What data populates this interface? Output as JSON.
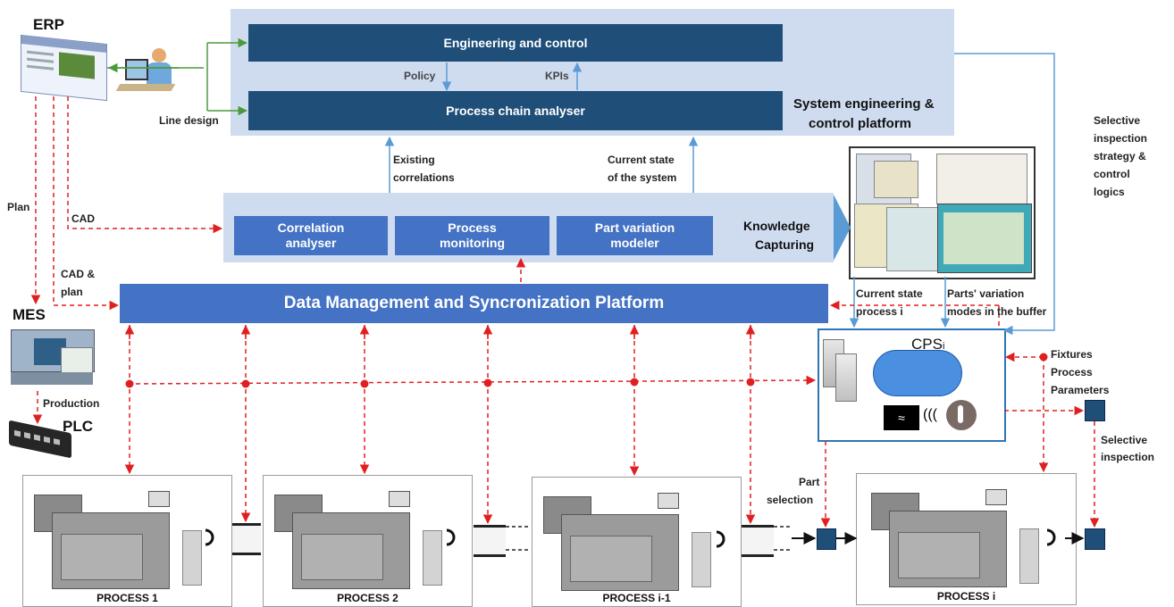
{
  "top_platform": {
    "engineering": "Engineering and control",
    "process_chain": "Process chain analyser",
    "policy": "Policy",
    "kpis": "KPIs",
    "platform_label_1": "System engineering &",
    "platform_label_2": "control platform"
  },
  "knowledge": {
    "correlation_1": "Correlation",
    "correlation_2": "analyser",
    "monitoring_1": "Process",
    "monitoring_2": "monitoring",
    "part_var_1": "Part variation",
    "part_var_2": "modeler",
    "label_1": "Knowledge",
    "label_2": "Capturing"
  },
  "flows": {
    "existing_1": "Existing",
    "existing_2": "correlations",
    "current_sys_1": "Current state",
    "current_sys_2": "of the system",
    "line_design": "Line design",
    "plan": "Plan",
    "cad": "CAD",
    "cad_plan_1": "CAD &",
    "cad_plan_2": "plan",
    "production": "Production",
    "current_proc_1": "Current state",
    "current_proc_2": "process i",
    "parts_var_1": "Parts' variation",
    "parts_var_2": "modes in the buffer",
    "selective_strategy": [
      "Selective",
      "inspection",
      "strategy &",
      "control",
      "logics"
    ],
    "fixtures": [
      "Fixtures",
      "Process",
      "Parameters"
    ],
    "selective_insp_1": "Selective",
    "selective_insp_2": "inspection",
    "part_sel_1": "Part",
    "part_sel_2": "selection"
  },
  "data_management": "Data Management and Syncronization Platform",
  "systems": {
    "erp": "ERP",
    "mes": "MES",
    "plc": "PLC",
    "cps": "CPS",
    "cps_sub": "i"
  },
  "processes": [
    "PROCESS 1",
    "PROCESS 2",
    "PROCESS i-1",
    "PROCESS i"
  ],
  "colors": {
    "dark_blue": "#1f4e79",
    "mid_blue": "#4472c4",
    "panel": "#cfdcf0",
    "red_dashed": "#e02020",
    "green": "#4a9a3a",
    "arrow_blue": "#5b9bd5"
  }
}
